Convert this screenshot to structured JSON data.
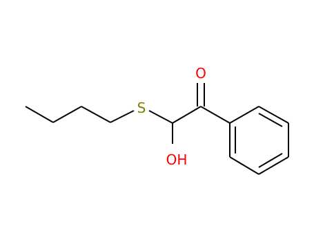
{
  "molecule": {
    "atoms": {
      "sulfur": {
        "label": "S",
        "color": "#808000"
      },
      "hydroxyl": {
        "label": "OH",
        "color": "#ff0000"
      },
      "carbonyl_oxygen": {
        "label": "O",
        "color": "#ff0000"
      }
    },
    "bond_color": "#000000",
    "background": "#ffffff"
  }
}
